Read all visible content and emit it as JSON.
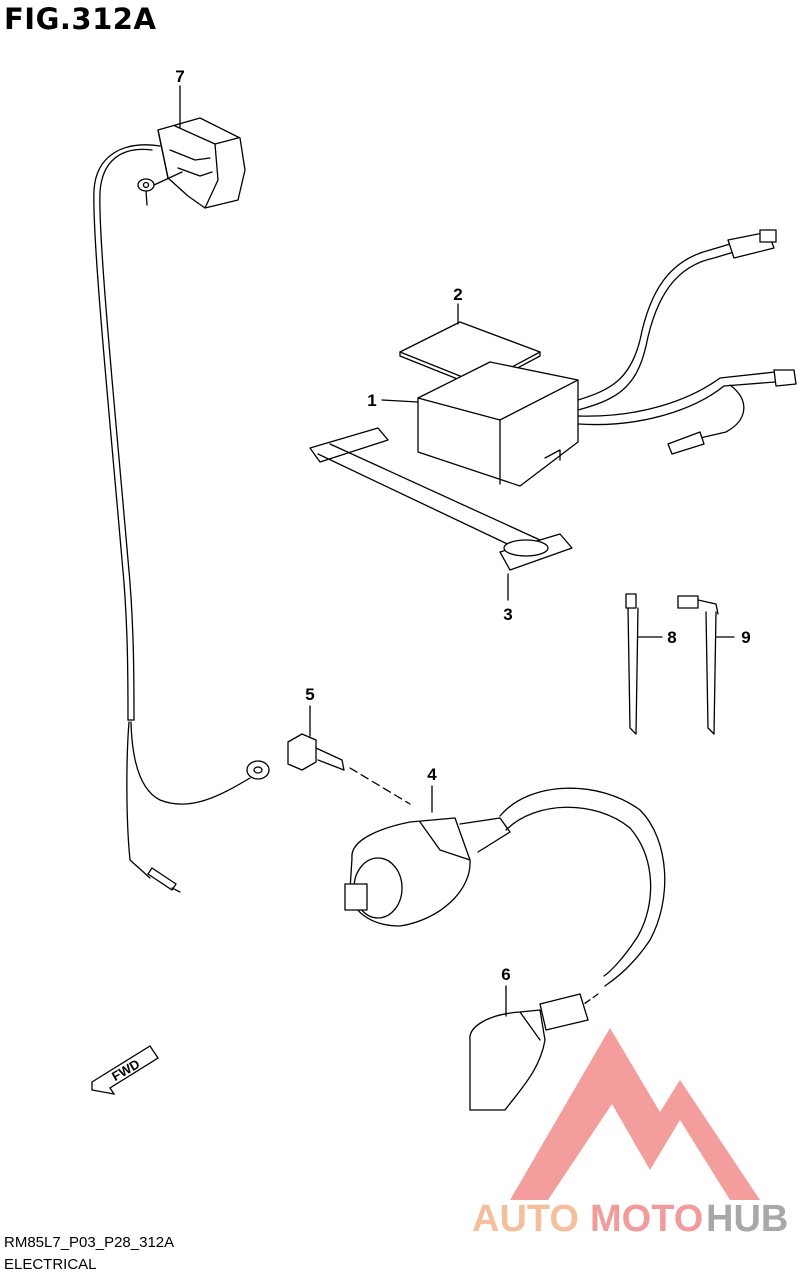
{
  "figure": {
    "title": "FIG.312A",
    "code": "RM85L7_P03_P28_312A",
    "name": "ELECTRICAL"
  },
  "callouts": [
    "1",
    "2",
    "3",
    "4",
    "5",
    "6",
    "7",
    "8",
    "9"
  ],
  "direction_label": "FWD",
  "watermark": {
    "part1": "AUTO",
    "part2": "MOTO",
    "part3": "HUB",
    "colors": {
      "auto": "#f4b48c",
      "moto": "#f08a8a",
      "hub": "#9a9a9a",
      "triangle": "#f28c8c"
    }
  }
}
